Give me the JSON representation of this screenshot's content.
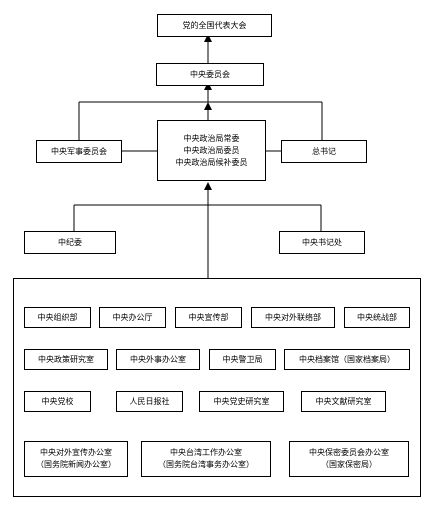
{
  "top": {
    "congress": "党的全国代表大会",
    "central_committee": "中央委员会",
    "politburo": [
      "中央政治局常委",
      "中央政治局委员",
      "中央政治局候补委员"
    ],
    "military_commission": "中央军事委员会",
    "general_secretary": "总书记",
    "discipline_commission": "中纪委",
    "secretariat": "中央书记处"
  },
  "departments": {
    "row1": [
      "中央组织部",
      "中央办公厅",
      "中央宣传部",
      "中央对外联络部",
      "中央统战部"
    ],
    "row2": [
      "中央政策研究室",
      "中央外事办公室",
      "中央警卫局",
      "中央档案馆（国家档案局）"
    ],
    "row3": [
      "中央党校",
      "人民日报社",
      "中央党史研究室",
      "中央文献研究室"
    ],
    "row4": [
      [
        "中央对外宣传办公室",
        "（国务院新闻办公室）"
      ],
      [
        "中央台湾工作办公室",
        "（国务院台湾事务办公室）"
      ],
      [
        "中央保密委员会办公室",
        "（国家保密局）"
      ]
    ]
  }
}
